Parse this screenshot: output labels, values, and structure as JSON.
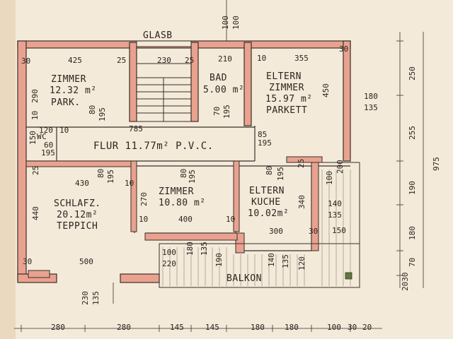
{
  "rooms": {
    "glasb": "GLASB",
    "zimmer_park_1": "ZIMMER",
    "zimmer_park_2": "12.32 m²",
    "zimmer_park_3": "PARK.",
    "bad_1": "BAD",
    "bad_2": "5.00 m²",
    "eltern_1": "ELTERN",
    "eltern_2": "ZIMMER",
    "eltern_3": "15.97 m²",
    "eltern_4": "PARKETT",
    "wc": "WC",
    "flur": "FLUR 11.77m² P.V.C.",
    "schlafz_1": "SCHLAFZ.",
    "schlafz_2": "20.12m²",
    "schlafz_3": "TEPPICH",
    "zimmer2_1": "ZIMMER",
    "zimmer2_2": "10.80 m²",
    "kuche_1": "ELTERN",
    "kuche_2": "KUCHE",
    "kuche_3": "10.02m²",
    "balkon": "BALKON"
  },
  "dims": {
    "top_425": "425",
    "top_25a": "25",
    "top_230": "230",
    "top_25b": "25",
    "top_210": "210",
    "top_10a": "10",
    "top_355": "355",
    "top_30a": "30",
    "top_30b": "30",
    "top_100a": "100",
    "top_100b": "100",
    "d_290": "290",
    "d_10": "10",
    "d_80a": "80",
    "d_195a": "195",
    "d_70a": "70",
    "d_195b": "195",
    "d_450": "450",
    "d_120": "120",
    "d_10b": "10",
    "d_785": "785",
    "d_85": "85",
    "d_195c": "195",
    "d_150": "150",
    "d_60": "60",
    "d_195d": "195",
    "d_25": "25",
    "d_430": "430",
    "d_80b": "80",
    "d_195e": "195",
    "d_10c": "10",
    "d_80c": "80",
    "d_195f": "195",
    "d_80d": "80",
    "d_195g": "195",
    "d_25b": "25",
    "d_100": "100",
    "d_200": "200",
    "d_440": "440",
    "d_270": "270",
    "d_10d": "10",
    "d_400": "400",
    "d_10e": "10",
    "d_340": "340",
    "d_140": "140",
    "d_135": "135",
    "d_150b": "150",
    "d_300": "300",
    "d_30": "30",
    "d_500": "500",
    "d_30b": "30",
    "d_100b": "100",
    "d_180": "180",
    "d_135b": "135",
    "d_190": "190",
    "d_220": "220",
    "d_140b": "140",
    "d_135c": "135",
    "d_120b": "120",
    "r_250": "250",
    "r_180": "180",
    "r_135": "135",
    "r_255": "255",
    "r_975": "975",
    "r_190": "190",
    "r_180b": "180",
    "r_2030": "2030",
    "r_70": "70",
    "l_230": "230",
    "l_135": "135",
    "b_280a": "280",
    "b_280b": "280",
    "b_145a": "145",
    "b_145b": "145",
    "b_180a": "180",
    "b_180b": "180",
    "b_100": "100",
    "b_30": "30",
    "b_20": "20"
  },
  "colors": {
    "paper": "#f3ead9",
    "wall": "#e9a28f",
    "line": "#3a2f2a"
  }
}
